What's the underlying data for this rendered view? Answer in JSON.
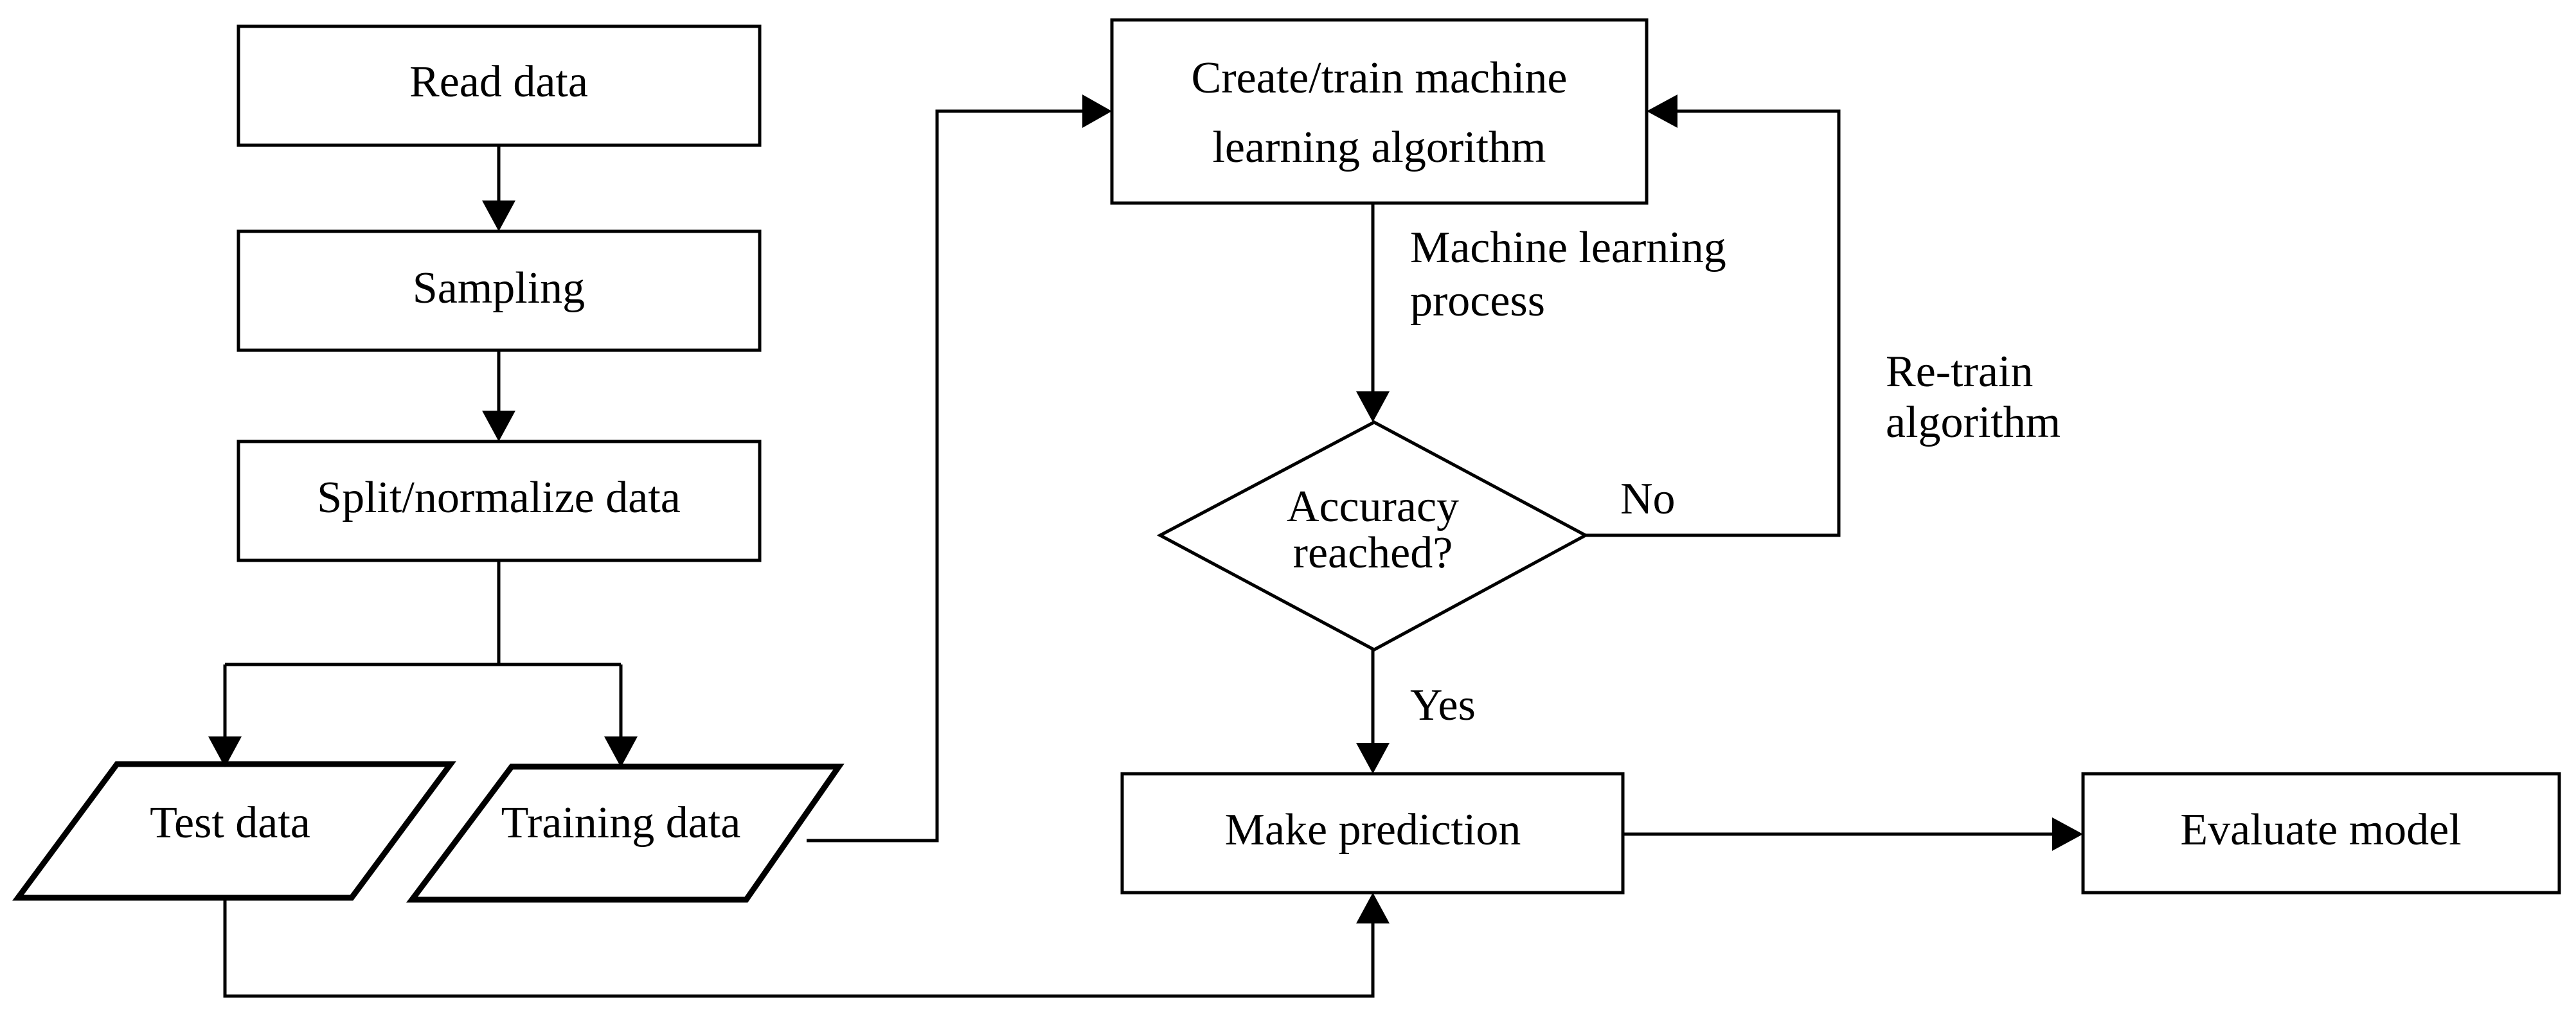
{
  "nodes": {
    "read_data": "Read data",
    "sampling": "Sampling",
    "split_normalize": "Split/normalize data",
    "test_data": "Test data",
    "training_data": "Training data",
    "create_train": {
      "line1": "Create/train machine",
      "line2": "learning algorithm"
    },
    "decision": {
      "line1": "Accuracy",
      "line2": "reached?"
    },
    "make_prediction": "Make prediction",
    "evaluate_model": "Evaluate model"
  },
  "labels": {
    "ml_process": {
      "line1": "Machine learning",
      "line2": "process"
    },
    "retrain": {
      "line1": "Re-train",
      "line2": "algorithm"
    },
    "no": "No",
    "yes": "Yes"
  }
}
